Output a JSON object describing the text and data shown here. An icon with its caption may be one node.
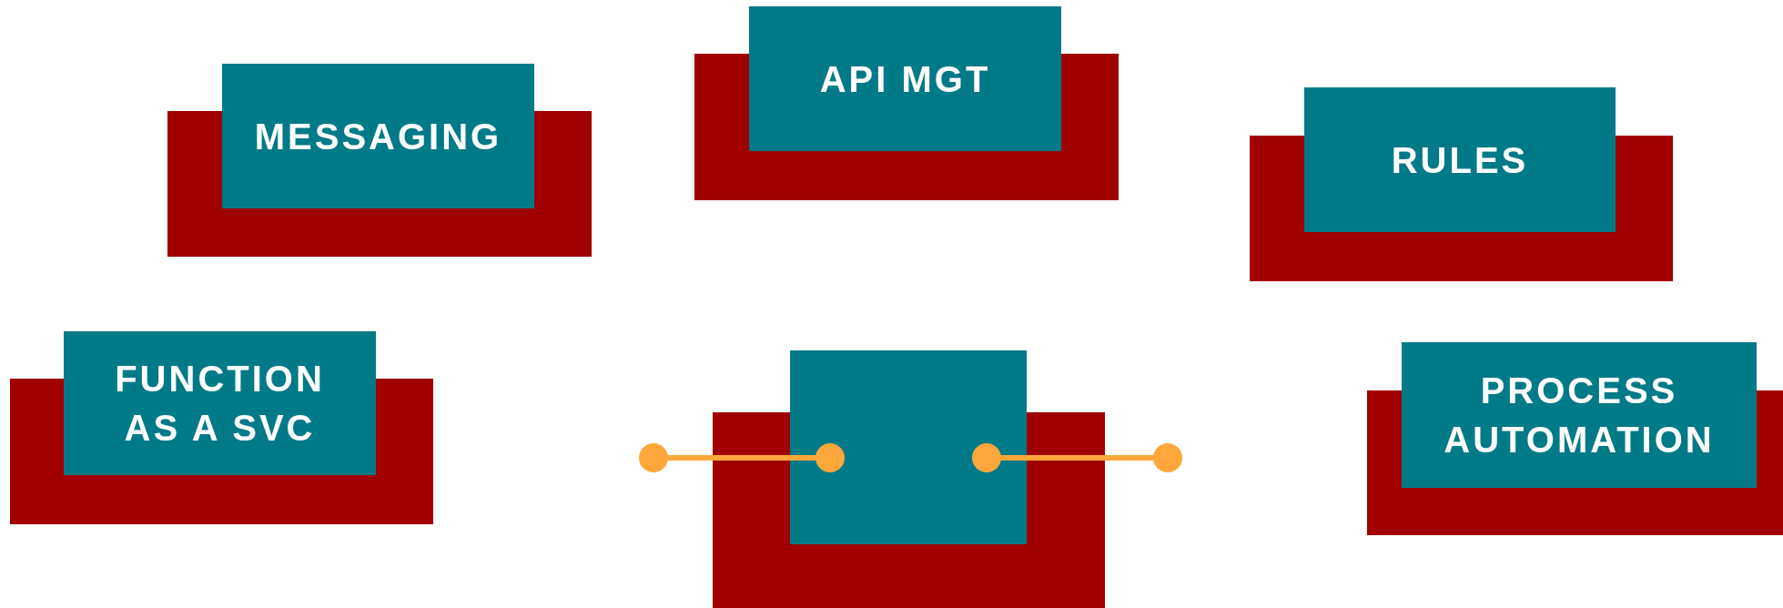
{
  "diagram": {
    "nodes": [
      {
        "text": [
          "MESSAGING"
        ]
      },
      {
        "text": [
          "API MGT"
        ]
      },
      {
        "text": [
          "RULES"
        ]
      },
      {
        "text": [
          "FUNCTION AS A SVC"
        ]
      },
      {
        "text": [],
        "shape": "box"
      },
      {
        "text": [
          "PROCESS AUTOMATION"
        ]
      }
    ],
    "edges": [
      {
        "from": null,
        "to": 4,
        "arrow": "other"
      },
      {
        "from": 4,
        "to": null,
        "arrow": "other"
      }
    ]
  }
}
